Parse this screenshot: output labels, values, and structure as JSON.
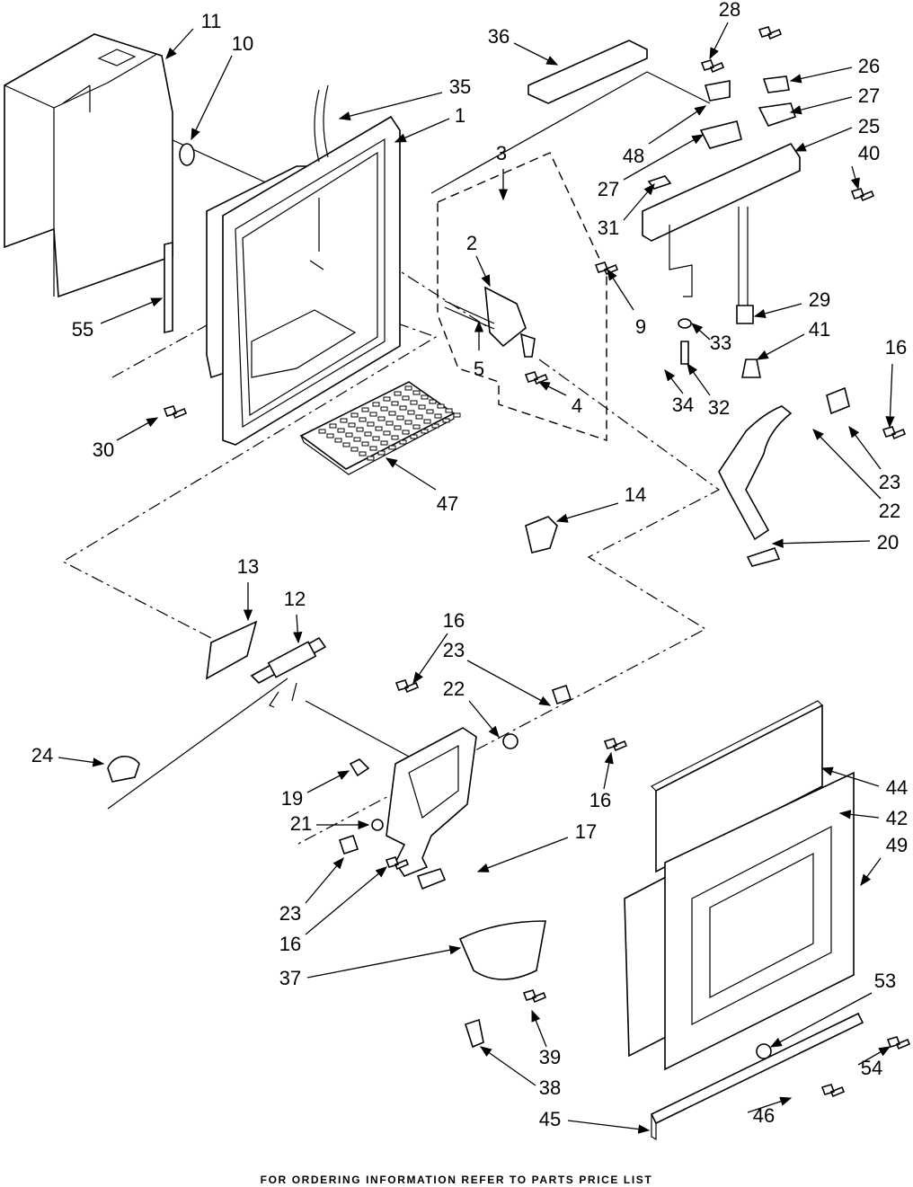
{
  "labels": {
    "p11": "11",
    "p10": "10",
    "p36": "36",
    "p28": "28",
    "p26": "26",
    "p35": "35",
    "p1": "1",
    "p27a": "27",
    "p25": "25",
    "p3": "3",
    "p48": "48",
    "p40": "40",
    "p27b": "27",
    "p31": "31",
    "p2": "2",
    "p9": "9",
    "p29": "29",
    "p55": "55",
    "p41": "41",
    "p33": "33",
    "p5": "5",
    "p16a": "16",
    "p34": "34",
    "p32": "32",
    "p4": "4",
    "p30": "30",
    "p23a": "23",
    "p22a": "22",
    "p47": "47",
    "p14": "14",
    "p20": "20",
    "p13": "13",
    "p12": "12",
    "p16b": "16",
    "p23b": "23",
    "p22b": "22",
    "p24": "24",
    "p19": "19",
    "p16c": "16",
    "p44": "44",
    "p42": "42",
    "p21": "21",
    "p17": "17",
    "p49": "49",
    "p23c": "23",
    "p16d": "16",
    "p37": "37",
    "p53": "53",
    "p39": "39",
    "p54": "54",
    "p38": "38",
    "p46": "46",
    "p45": "45"
  },
  "footer": "FOR ORDERING INFORMATION REFER TO PARTS PRICE LIST"
}
